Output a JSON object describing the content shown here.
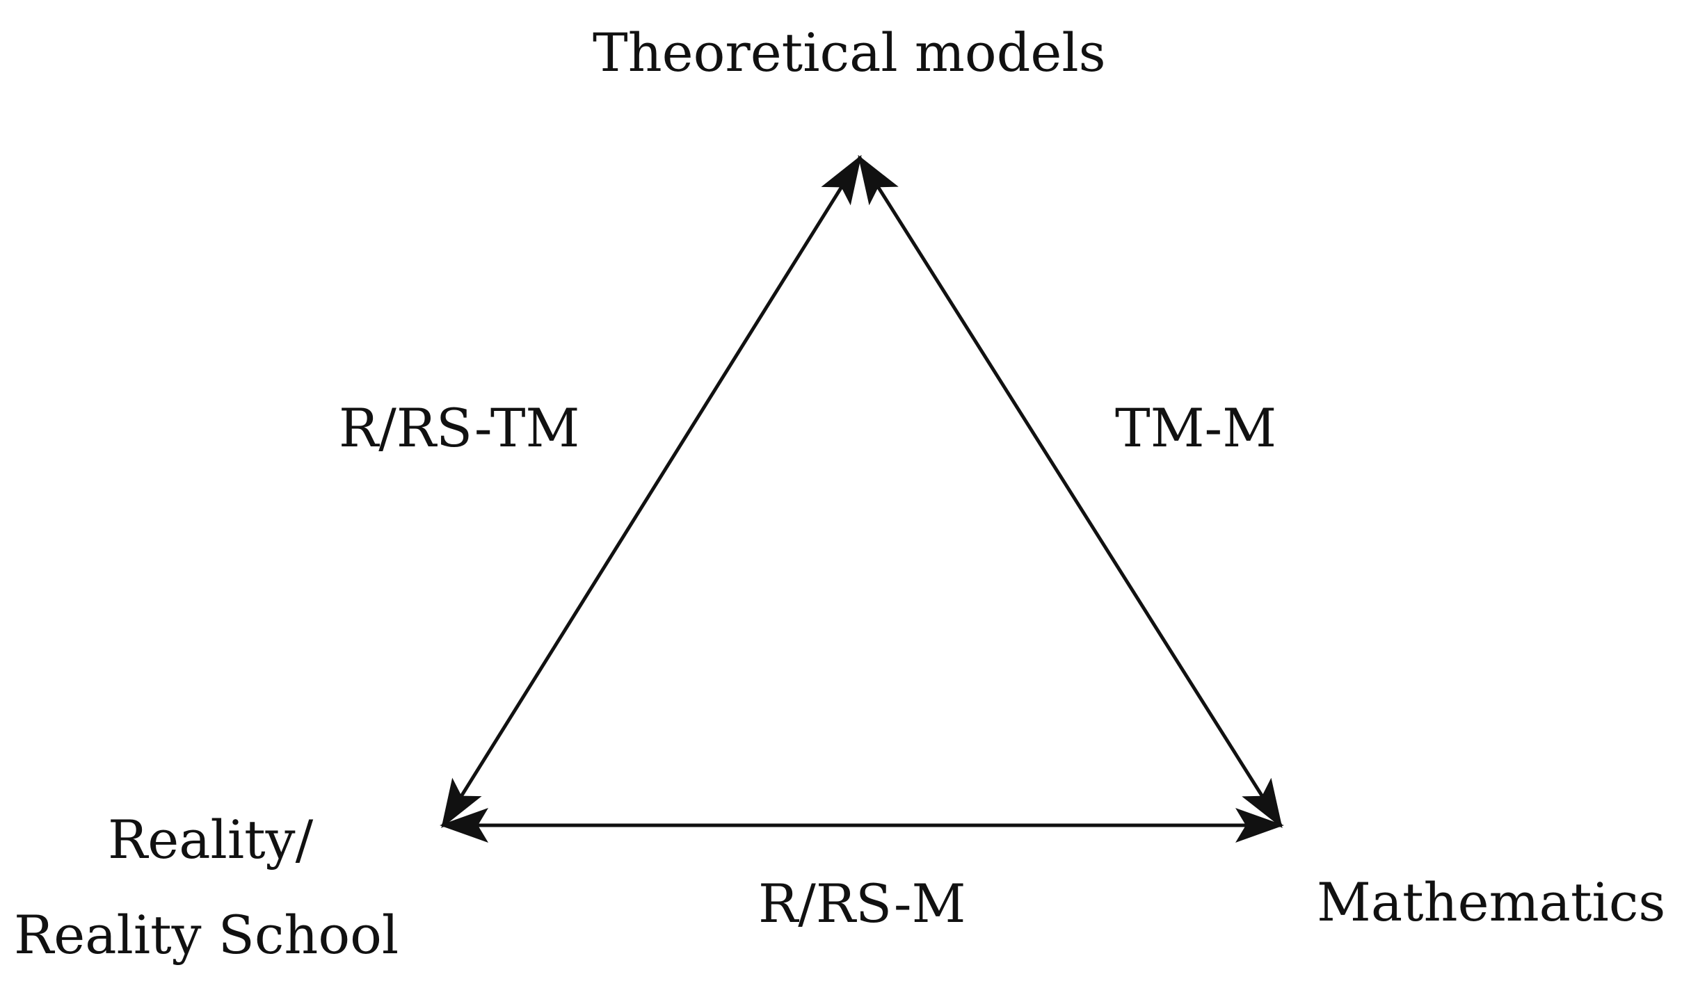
{
  "nodes": {
    "top": "Theoretical models",
    "left_line1": "Reality/",
    "left_line2": "Reality School",
    "right": "Mathematics"
  },
  "edges": {
    "left": "R/RS-TM",
    "right": "TM-M",
    "bottom": "R/RS-M"
  }
}
